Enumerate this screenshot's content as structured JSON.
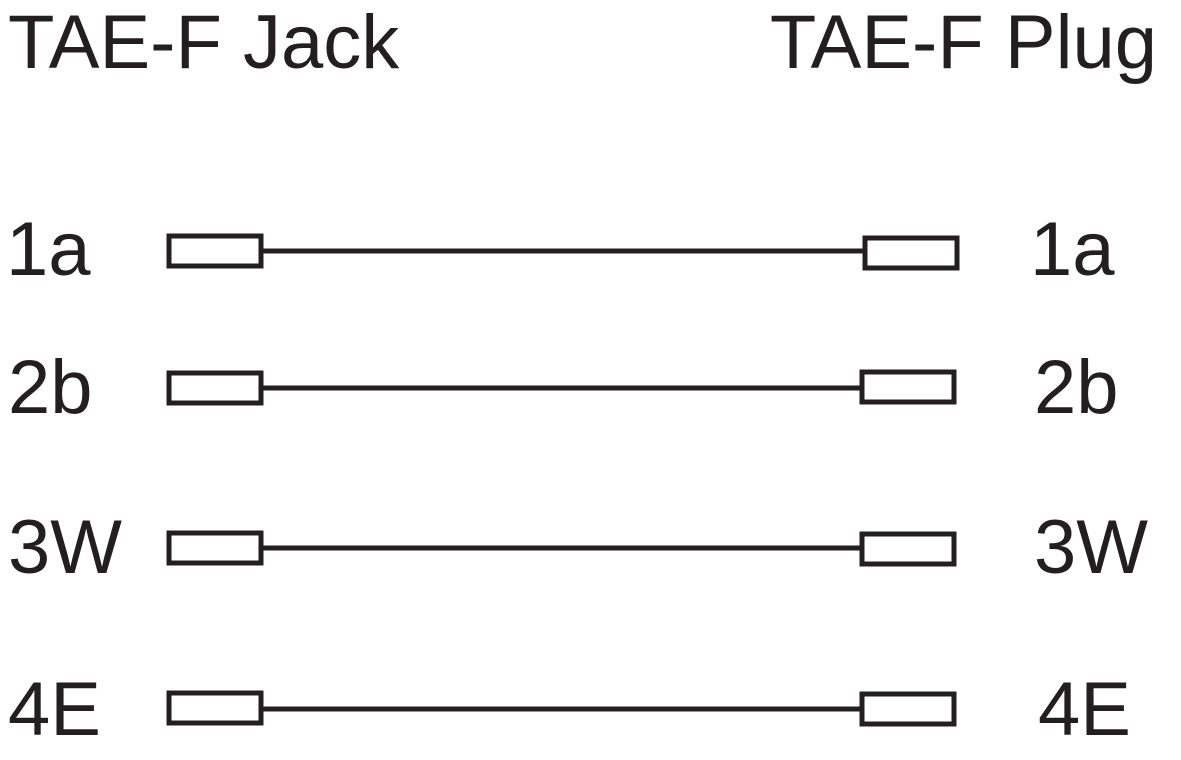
{
  "headers": {
    "left": "TAE-F Jack",
    "right": "TAE-F Plug"
  },
  "pins": [
    {
      "left_label": "1a",
      "right_label": "1a"
    },
    {
      "left_label": "2b",
      "right_label": "2b"
    },
    {
      "left_label": "3W",
      "right_label": "3W"
    },
    {
      "left_label": "4E",
      "right_label": "4E"
    }
  ],
  "colors": {
    "line": "#231f20",
    "background": "#ffffff"
  }
}
